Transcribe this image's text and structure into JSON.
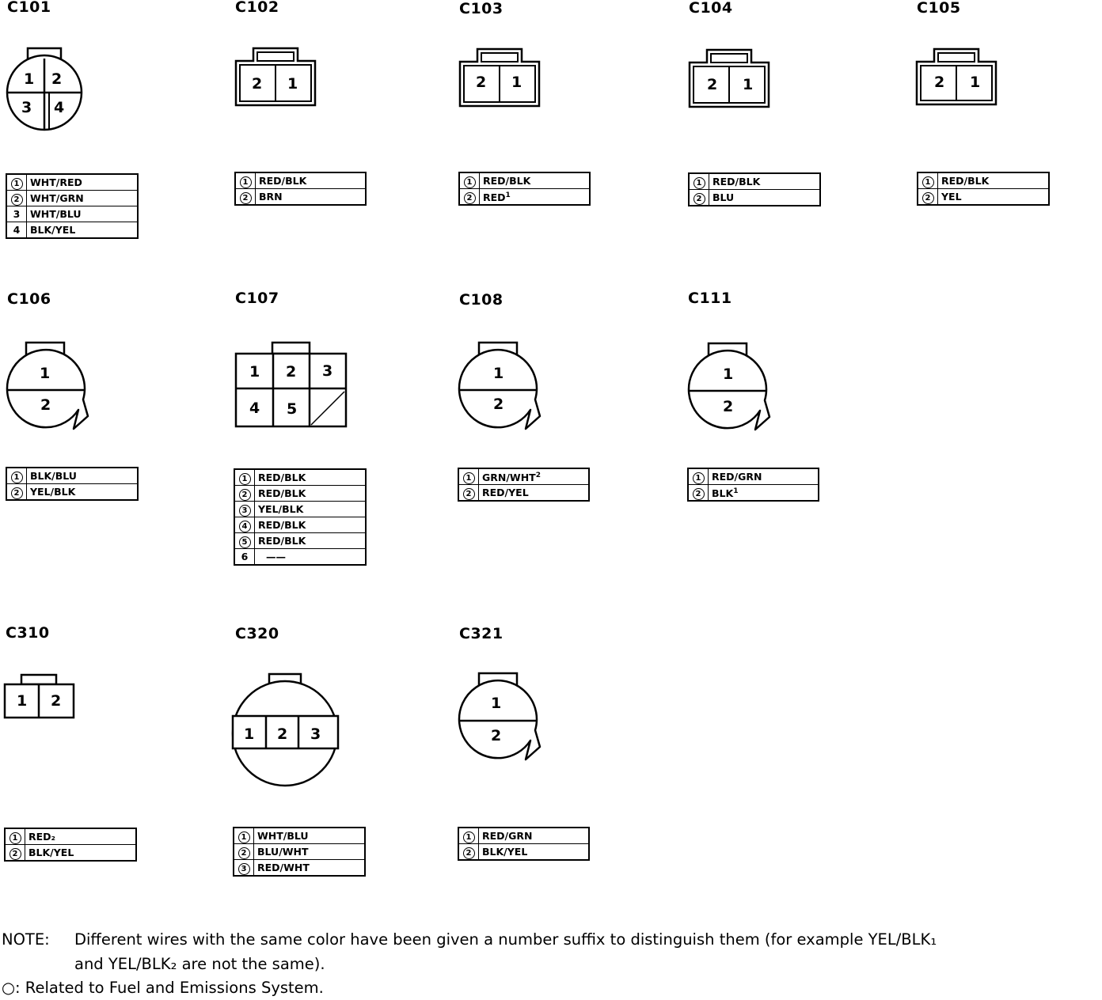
{
  "connectors": {
    "c101": {
      "title": "C101",
      "faces": [
        "1",
        "2",
        "3",
        "4"
      ],
      "rows": [
        {
          "pin": "1",
          "ring": true,
          "wire": "WHT/RED"
        },
        {
          "pin": "2",
          "ring": true,
          "wire": "WHT/GRN"
        },
        {
          "pin": "3",
          "ring": false,
          "wire": "WHT/BLU"
        },
        {
          "pin": "4",
          "ring": false,
          "wire": "BLK/YEL"
        }
      ]
    },
    "c102": {
      "title": "C102",
      "faces": [
        "2",
        "1"
      ],
      "rows": [
        {
          "pin": "1",
          "ring": true,
          "wire": "RED/BLK"
        },
        {
          "pin": "2",
          "ring": true,
          "wire": "BRN"
        }
      ]
    },
    "c103": {
      "title": "C103",
      "faces": [
        "2",
        "1"
      ],
      "rows": [
        {
          "pin": "1",
          "ring": true,
          "wire": "RED/BLK"
        },
        {
          "pin": "2",
          "ring": true,
          "wire": "RED",
          "sup": "1"
        }
      ]
    },
    "c104": {
      "title": "C104",
      "faces": [
        "2",
        "1"
      ],
      "rows": [
        {
          "pin": "1",
          "ring": true,
          "wire": "RED/BLK"
        },
        {
          "pin": "2",
          "ring": true,
          "wire": "BLU"
        }
      ]
    },
    "c105": {
      "title": "C105",
      "faces": [
        "2",
        "1"
      ],
      "rows": [
        {
          "pin": "1",
          "ring": true,
          "wire": "RED/BLK"
        },
        {
          "pin": "2",
          "ring": true,
          "wire": "YEL"
        }
      ]
    },
    "c106": {
      "title": "C106",
      "faces": [
        "1",
        "2"
      ],
      "rows": [
        {
          "pin": "1",
          "ring": true,
          "wire": "BLK/BLU"
        },
        {
          "pin": "2",
          "ring": true,
          "wire": "YEL/BLK"
        }
      ]
    },
    "c107": {
      "title": "C107",
      "faces": [
        "1",
        "2",
        "3",
        "4",
        "5"
      ],
      "rows": [
        {
          "pin": "1",
          "ring": true,
          "wire": "RED/BLK"
        },
        {
          "pin": "2",
          "ring": true,
          "wire": "RED/BLK"
        },
        {
          "pin": "3",
          "ring": true,
          "wire": "YEL/BLK"
        },
        {
          "pin": "4",
          "ring": true,
          "wire": "RED/BLK"
        },
        {
          "pin": "5",
          "ring": true,
          "wire": "RED/BLK"
        },
        {
          "pin": "6",
          "ring": false,
          "wire": "——"
        }
      ]
    },
    "c108": {
      "title": "C108",
      "faces": [
        "1",
        "2"
      ],
      "rows": [
        {
          "pin": "1",
          "ring": true,
          "wire": "GRN/WHT",
          "sup": "2"
        },
        {
          "pin": "2",
          "ring": true,
          "wire": "RED/YEL"
        }
      ]
    },
    "c111": {
      "title": "C111",
      "faces": [
        "1",
        "2"
      ],
      "rows": [
        {
          "pin": "1",
          "ring": true,
          "wire": "RED/GRN"
        },
        {
          "pin": "2",
          "ring": true,
          "wire": "BLK",
          "sup": "1"
        }
      ]
    },
    "c310": {
      "title": "C310",
      "faces": [
        "1",
        "2"
      ],
      "rows": [
        {
          "pin": "1",
          "ring": true,
          "wire": "RED₂"
        },
        {
          "pin": "2",
          "ring": true,
          "wire": "BLK/YEL"
        }
      ]
    },
    "c320": {
      "title": "C320",
      "faces": [
        "1",
        "2",
        "3"
      ],
      "rows": [
        {
          "pin": "1",
          "ring": true,
          "wire": "WHT/BLU"
        },
        {
          "pin": "2",
          "ring": true,
          "wire": "BLU/WHT"
        },
        {
          "pin": "3",
          "ring": true,
          "wire": "RED/WHT"
        }
      ]
    },
    "c321": {
      "title": "C321",
      "faces": [
        "1",
        "2"
      ],
      "rows": [
        {
          "pin": "1",
          "ring": true,
          "wire": "RED/GRN"
        },
        {
          "pin": "2",
          "ring": true,
          "wire": "BLK/YEL"
        }
      ]
    }
  },
  "note": {
    "label": "NOTE:",
    "line1": "Different wires with the same color have been given a number suffix to distinguish them (for example YEL/BLK₁",
    "line2": "and YEL/BLK₂ are not the same).",
    "line3": "○: Related to Fuel and Emissions System."
  }
}
